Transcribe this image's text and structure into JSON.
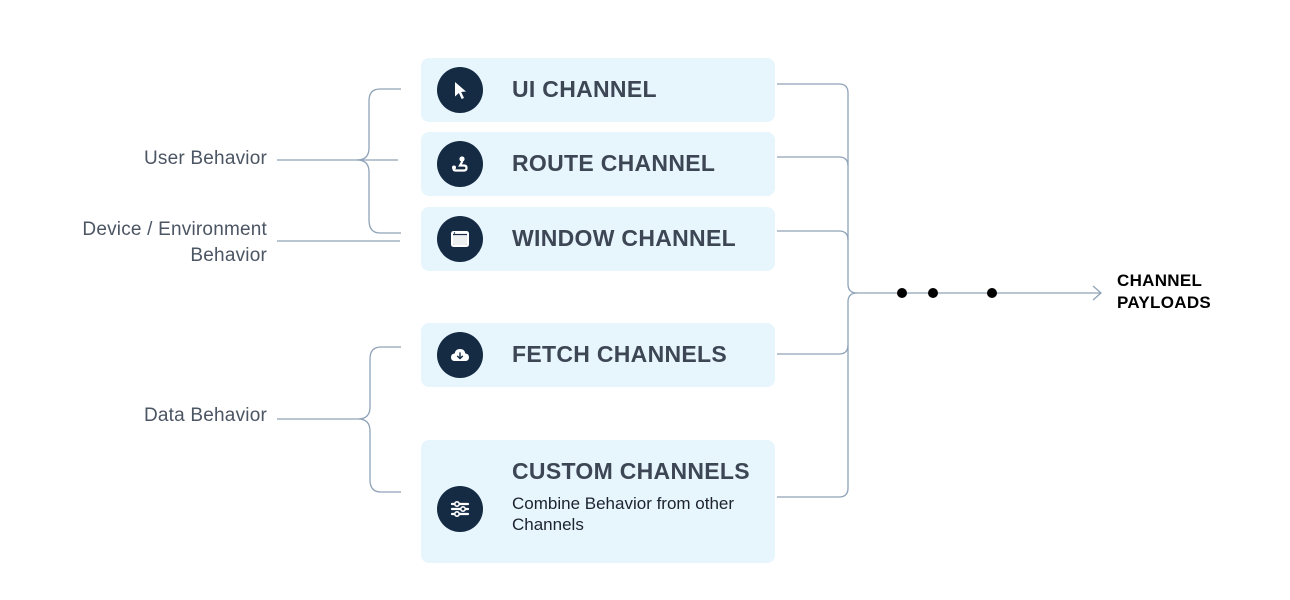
{
  "colors": {
    "card_background": "#e7f5fd",
    "icon_background": "#152b44",
    "connector_line": "#8fa3b8",
    "title_text": "#3d4654",
    "label_text": "#4b5563",
    "dot": "#000000"
  },
  "behaviors": {
    "user": "User Behavior",
    "device_line1": "Device / Environment",
    "device_line2": "Behavior",
    "data": "Data Behavior"
  },
  "channels": {
    "ui": {
      "title": "UI CHANNEL",
      "icon": "cursor-icon"
    },
    "route": {
      "title": "ROUTE CHANNEL",
      "icon": "route-icon"
    },
    "window": {
      "title": "WINDOW CHANNEL",
      "icon": "window-icon"
    },
    "fetch": {
      "title": "FETCH CHANNELS",
      "icon": "cloud-download-icon"
    },
    "custom": {
      "title": "CUSTOM CHANNELS",
      "subtitle": "Combine Behavior from other Channels",
      "icon": "sliders-icon"
    }
  },
  "output": {
    "line1": "CHANNEL",
    "line2": "PAYLOADS"
  }
}
